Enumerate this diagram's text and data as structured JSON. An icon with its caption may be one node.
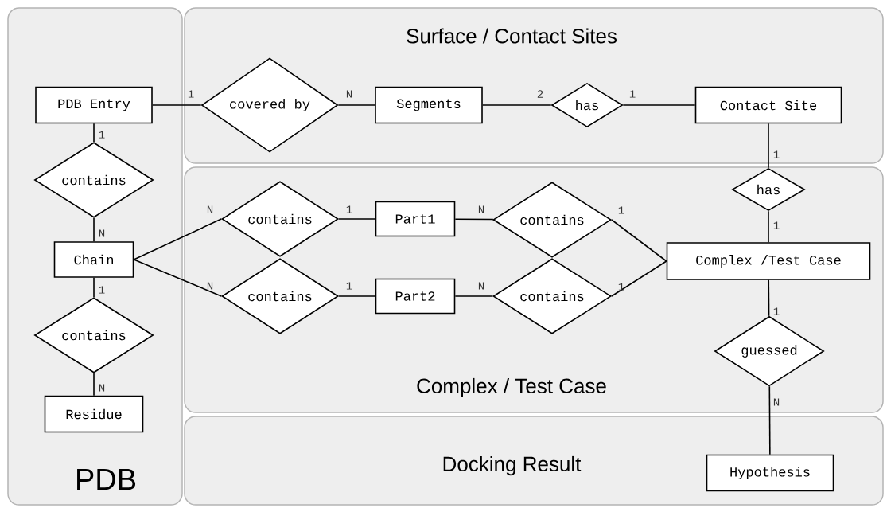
{
  "diagram": {
    "nodes": [
      {
        "text": [
          "PDB"
        ]
      },
      {
        "text": [
          "Surface / Contact Sites"
        ]
      },
      {
        "text": [
          "Complex / Test Case"
        ]
      },
      {
        "text": [
          "Docking Result"
        ]
      },
      {
        "text": [
          "PDB Entry"
        ],
        "in": 0
      },
      {
        "text": [
          "contains"
        ],
        "in": 0
      },
      {
        "text": [
          "Chain"
        ],
        "in": 0
      },
      {
        "text": [
          "contains"
        ],
        "in": 0
      },
      {
        "text": [
          "Residue"
        ],
        "in": 0
      },
      {
        "text": [
          "covered by"
        ],
        "in": 1
      },
      {
        "text": [
          "Segments"
        ],
        "in": 1
      },
      {
        "text": [
          "has"
        ],
        "in": 1
      },
      {
        "text": [
          "Contact Site"
        ],
        "in": 1
      },
      {
        "text": [
          "has"
        ],
        "in": 2
      },
      {
        "text": [
          "contains"
        ],
        "in": 2
      },
      {
        "text": [
          "Part1"
        ],
        "in": 2
      },
      {
        "text": [
          "contains"
        ],
        "in": 2
      },
      {
        "text": [
          "contains"
        ],
        "in": 2
      },
      {
        "text": [
          "Part2"
        ],
        "in": 2
      },
      {
        "text": [
          "contains"
        ],
        "in": 2
      },
      {
        "text": [
          "Complex /Test Case"
        ],
        "in": 2
      },
      {
        "text": [
          "guessed"
        ],
        "in": 2
      },
      {
        "text": [
          "Hypothesis"
        ],
        "in": 3
      }
    ],
    "edges": [
      {
        "from": 4,
        "to": 9,
        "arrow": "none",
        "label": "1"
      },
      {
        "from": 9,
        "to": 10,
        "arrow": "none",
        "label": "N"
      },
      {
        "from": 10,
        "to": 11,
        "arrow": "none",
        "label": "2"
      },
      {
        "from": 11,
        "to": 12,
        "arrow": "none",
        "label": "1"
      },
      {
        "from": 12,
        "to": 13,
        "arrow": "none",
        "label": "1"
      },
      {
        "from": 13,
        "to": 20,
        "arrow": "none",
        "label": "1"
      },
      {
        "from": 4,
        "to": 5,
        "arrow": "none",
        "label": "1"
      },
      {
        "from": 5,
        "to": 6,
        "arrow": "none",
        "label": "N"
      },
      {
        "from": 6,
        "to": 7,
        "arrow": "none",
        "label": "1"
      },
      {
        "from": 7,
        "to": 8,
        "arrow": "none",
        "label": "N"
      },
      {
        "from": 6,
        "to": 14,
        "arrow": "none",
        "label": "N"
      },
      {
        "from": 14,
        "to": 15,
        "arrow": "none",
        "label": "1"
      },
      {
        "from": 15,
        "to": 16,
        "arrow": "none",
        "label": "N"
      },
      {
        "from": 16,
        "to": 20,
        "arrow": "none",
        "label": "1"
      },
      {
        "from": 6,
        "to": 17,
        "arrow": "none",
        "label": "N"
      },
      {
        "from": 17,
        "to": 18,
        "arrow": "none",
        "label": "1"
      },
      {
        "from": 18,
        "to": 19,
        "arrow": "none",
        "label": "N"
      },
      {
        "from": 19,
        "to": 20,
        "arrow": "none",
        "label": "1"
      },
      {
        "from": 20,
        "to": 21,
        "arrow": "none",
        "label": "1"
      },
      {
        "from": 21,
        "to": 22,
        "arrow": "none",
        "label": "N"
      }
    ]
  }
}
